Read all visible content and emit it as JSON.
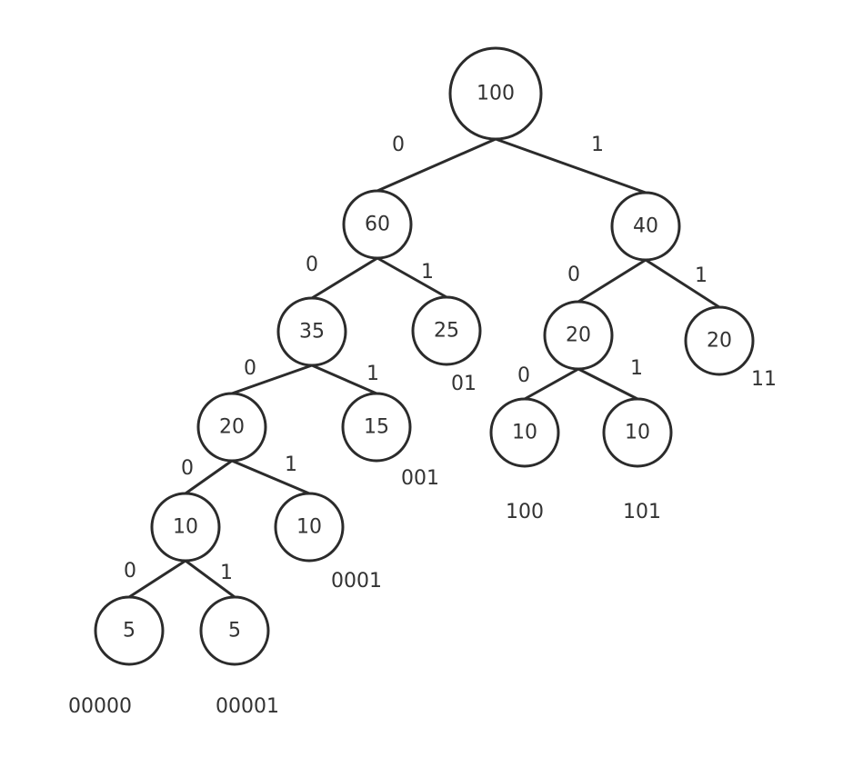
{
  "tree": {
    "nodes": [
      {
        "id": "n100",
        "label": "100"
      },
      {
        "id": "n60",
        "label": "60"
      },
      {
        "id": "n40",
        "label": "40"
      },
      {
        "id": "n35",
        "label": "35"
      },
      {
        "id": "n25",
        "label": "25"
      },
      {
        "id": "n20r",
        "label": "20"
      },
      {
        "id": "n20rr",
        "label": "20"
      },
      {
        "id": "n20l",
        "label": "20"
      },
      {
        "id": "n15",
        "label": "15"
      },
      {
        "id": "n10a",
        "label": "10"
      },
      {
        "id": "n10b",
        "label": "10"
      },
      {
        "id": "n10c",
        "label": "10"
      },
      {
        "id": "n10d",
        "label": "10"
      },
      {
        "id": "n5a",
        "label": "5"
      },
      {
        "id": "n5b",
        "label": "5"
      }
    ],
    "edges": [
      {
        "from": "n100",
        "to": "n60",
        "bit": "0"
      },
      {
        "from": "n100",
        "to": "n40",
        "bit": "1"
      },
      {
        "from": "n60",
        "to": "n35",
        "bit": "0"
      },
      {
        "from": "n60",
        "to": "n25",
        "bit": "1"
      },
      {
        "from": "n40",
        "to": "n20r",
        "bit": "0"
      },
      {
        "from": "n40",
        "to": "n20rr",
        "bit": "1"
      },
      {
        "from": "n35",
        "to": "n20l",
        "bit": "0"
      },
      {
        "from": "n35",
        "to": "n15",
        "bit": "1"
      },
      {
        "from": "n20r",
        "to": "n10c",
        "bit": "0"
      },
      {
        "from": "n20r",
        "to": "n10d",
        "bit": "1"
      },
      {
        "from": "n20l",
        "to": "n10a",
        "bit": "0"
      },
      {
        "from": "n20l",
        "to": "n10b",
        "bit": "1"
      },
      {
        "from": "n10a",
        "to": "n5a",
        "bit": "0"
      },
      {
        "from": "n10a",
        "to": "n5b",
        "bit": "1"
      }
    ],
    "codes": [
      {
        "node": "n25",
        "code": "01"
      },
      {
        "node": "n20rr",
        "code": "11"
      },
      {
        "node": "n15",
        "code": "001"
      },
      {
        "node": "n10c",
        "code": "100"
      },
      {
        "node": "n10d",
        "code": "101"
      },
      {
        "node": "n10b",
        "code": "0001"
      },
      {
        "node": "n5a",
        "code": "00000"
      },
      {
        "node": "n5b",
        "code": "00001"
      }
    ]
  }
}
